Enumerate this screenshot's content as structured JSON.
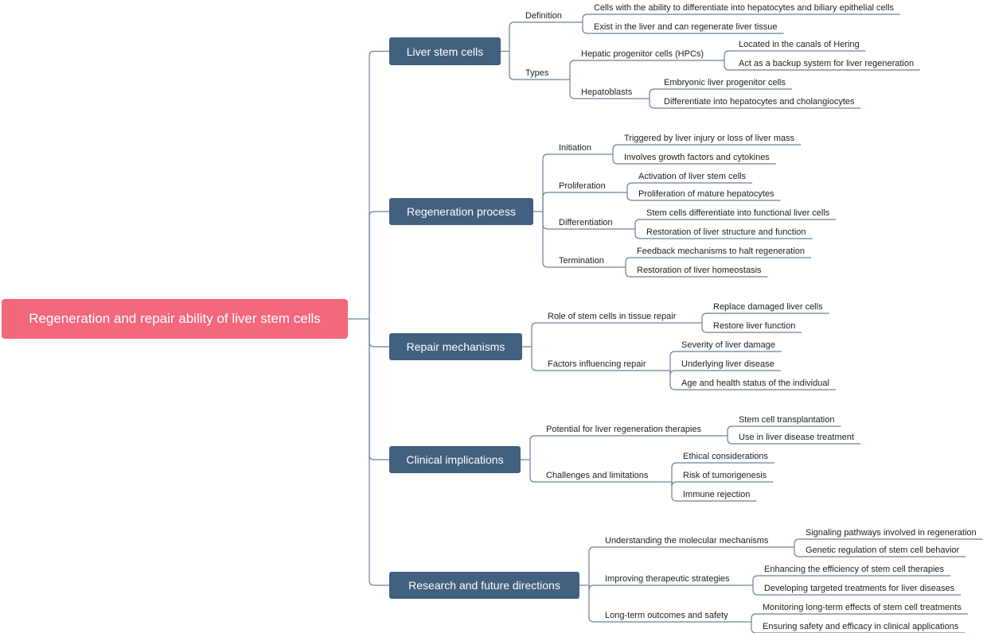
{
  "colors": {
    "root": "#f4687c",
    "branch": "#42607f",
    "line": "#6a8099",
    "text": "#222222"
  },
  "mindmap": {
    "root": "Regeneration and repair ability of liver stem cells",
    "branches": [
      {
        "label": "Liver stem cells",
        "children": [
          {
            "label": "Definition",
            "children": [
              {
                "label": "Cells with the ability to differentiate into hepatocytes and biliary epithelial cells"
              },
              {
                "label": "Exist in the liver and can regenerate liver tissue"
              }
            ]
          },
          {
            "label": "Types",
            "children": [
              {
                "label": "Hepatic progenitor cells (HPCs)",
                "children": [
                  {
                    "label": "Located in the canals of Hering"
                  },
                  {
                    "label": "Act as a backup system for liver regeneration"
                  }
                ]
              },
              {
                "label": "Hepatoblasts",
                "children": [
                  {
                    "label": "Embryonic liver progenitor cells"
                  },
                  {
                    "label": "Differentiate into hepatocytes and cholangiocytes"
                  }
                ]
              }
            ]
          }
        ]
      },
      {
        "label": "Regeneration process",
        "children": [
          {
            "label": "Initiation",
            "children": [
              {
                "label": "Triggered by liver injury or loss of liver mass"
              },
              {
                "label": "Involves growth factors and cytokines"
              }
            ]
          },
          {
            "label": "Proliferation",
            "children": [
              {
                "label": "Activation of liver stem cells"
              },
              {
                "label": "Proliferation of mature hepatocytes"
              }
            ]
          },
          {
            "label": "Differentiation",
            "children": [
              {
                "label": "Stem cells differentiate into functional liver cells"
              },
              {
                "label": "Restoration of liver structure and function"
              }
            ]
          },
          {
            "label": "Termination",
            "children": [
              {
                "label": "Feedback mechanisms to halt regeneration"
              },
              {
                "label": "Restoration of liver homeostasis"
              }
            ]
          }
        ]
      },
      {
        "label": "Repair mechanisms",
        "children": [
          {
            "label": "Role of stem cells in tissue repair",
            "children": [
              {
                "label": "Replace damaged liver cells"
              },
              {
                "label": "Restore liver function"
              }
            ]
          },
          {
            "label": "Factors influencing repair",
            "children": [
              {
                "label": "Severity of liver damage"
              },
              {
                "label": "Underlying liver disease"
              },
              {
                "label": "Age and health status of the individual"
              }
            ]
          }
        ]
      },
      {
        "label": "Clinical implications",
        "children": [
          {
            "label": "Potential for liver regeneration therapies",
            "children": [
              {
                "label": "Stem cell transplantation"
              },
              {
                "label": "Use in liver disease treatment"
              }
            ]
          },
          {
            "label": "Challenges and limitations",
            "children": [
              {
                "label": "Ethical considerations"
              },
              {
                "label": "Risk of tumorigenesis"
              },
              {
                "label": "Immune rejection"
              }
            ]
          }
        ]
      },
      {
        "label": "Research and future directions",
        "children": [
          {
            "label": "Understanding the molecular mechanisms",
            "children": [
              {
                "label": "Signaling pathways involved in regeneration"
              },
              {
                "label": "Genetic regulation of stem cell behavior"
              }
            ]
          },
          {
            "label": "Improving therapeutic strategies",
            "children": [
              {
                "label": "Enhancing the efficiency of stem cell therapies"
              },
              {
                "label": "Developing targeted treatments for liver diseases"
              }
            ]
          },
          {
            "label": "Long-term outcomes and safety",
            "children": [
              {
                "label": "Monitoring long-term effects of stem cell treatments"
              },
              {
                "label": "Ensuring safety and efficacy in clinical applications"
              }
            ]
          }
        ]
      }
    ]
  }
}
